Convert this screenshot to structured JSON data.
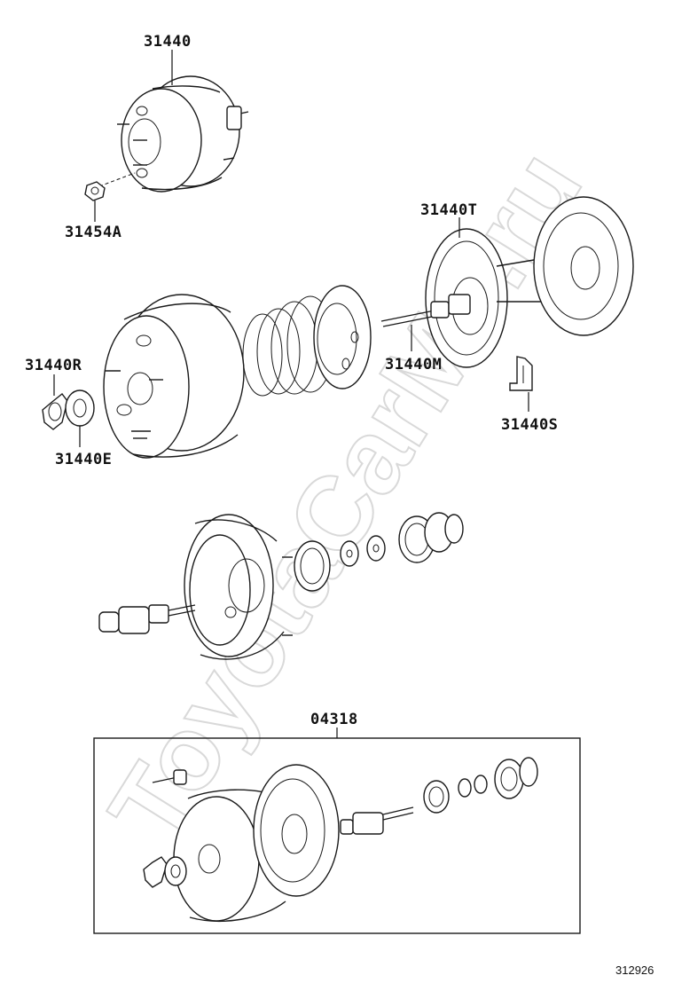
{
  "watermark": "ToyotaCarMe.ru",
  "diagram_id": "312926",
  "labels": {
    "booster_assy": "31440",
    "nut": "31454A",
    "plate_t": "31440T",
    "rod_m": "31440M",
    "clip_s": "31440S",
    "retainer_r": "31440R",
    "seal_e": "31440E",
    "kit": "04318"
  }
}
